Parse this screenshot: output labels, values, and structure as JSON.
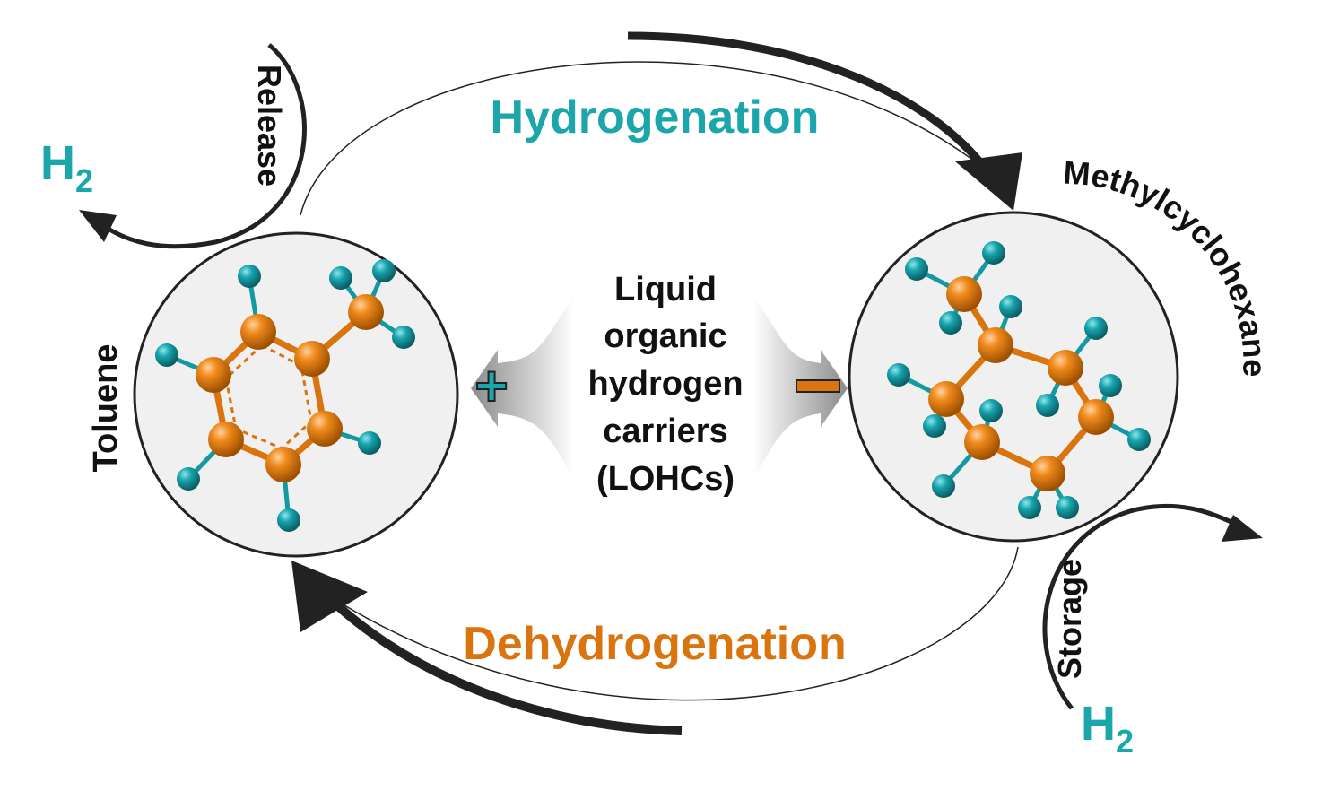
{
  "labels": {
    "hydrogenation": "Hydrogenation",
    "dehydrogenation": "Dehydrogenation",
    "toluene": "Toluene",
    "methylcyclohexane": "Methylcyclohexane",
    "release": "Release",
    "storage": "Storage",
    "h2_left": "H",
    "h2_left_sub": "2",
    "h2_right": "H",
    "h2_right_sub": "2",
    "center_lines": [
      "Liquid",
      "organic",
      "hydrogen",
      "carriers",
      "(LOHCs)"
    ],
    "plus_sign": "+",
    "minus_sign": "−"
  },
  "colors": {
    "teal": "#1aa6aa",
    "orange": "#d9740f",
    "arrow": "#222222",
    "circle_fill": "#f0f0f0",
    "carbon": "#e07a0e",
    "hydrogen": "#1499a3"
  },
  "icons": {
    "toluene_molecule": "ball-and-stick-toluene",
    "mch_molecule": "ball-and-stick-methylcyclohexane",
    "left_arrow": "plus-arrow",
    "right_arrow": "minus-arrow"
  }
}
